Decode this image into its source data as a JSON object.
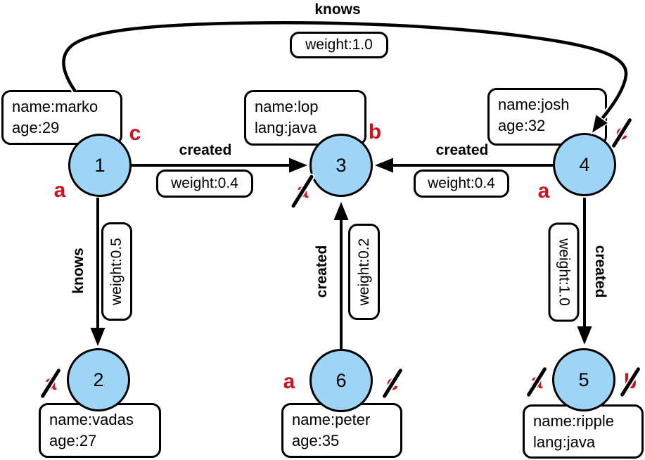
{
  "graph": {
    "colors": {
      "vertex_fill": "#9ed5f6",
      "vertex_border": "#000000",
      "edge_color": "#000000",
      "box_background": "#ffffff",
      "marker_red": "#cc1420"
    },
    "vertices": [
      {
        "id": "1",
        "props": [
          "name:marko",
          "age:29"
        ],
        "markers": [
          {
            "label": "c",
            "struck": false
          },
          {
            "label": "a",
            "struck": false
          }
        ]
      },
      {
        "id": "2",
        "props": [
          "name:vadas",
          "age:27"
        ],
        "markers": [
          {
            "label": "a",
            "struck": true
          }
        ]
      },
      {
        "id": "3",
        "props": [
          "name:lop",
          "lang:java"
        ],
        "markers": [
          {
            "label": "b",
            "struck": false
          },
          {
            "label": "a",
            "struck": true
          }
        ]
      },
      {
        "id": "4",
        "props": [
          "name:josh",
          "age:32"
        ],
        "markers": [
          {
            "label": "c",
            "struck": true
          },
          {
            "label": "a",
            "struck": false
          }
        ]
      },
      {
        "id": "5",
        "props": [
          "name:ripple",
          "lang:java"
        ],
        "markers": [
          {
            "label": "a",
            "struck": true
          },
          {
            "label": "b",
            "struck": true
          }
        ]
      },
      {
        "id": "6",
        "props": [
          "name:peter",
          "age:35"
        ],
        "markers": [
          {
            "label": "a",
            "struck": false
          },
          {
            "label": "c",
            "struck": true
          }
        ]
      }
    ],
    "edges": [
      {
        "from": "1",
        "to": "4",
        "label": "knows",
        "weight_text": "weight:1.0"
      },
      {
        "from": "1",
        "to": "3",
        "label": "created",
        "weight_text": "weight:0.4"
      },
      {
        "from": "4",
        "to": "3",
        "label": "created",
        "weight_text": "weight:0.4"
      },
      {
        "from": "1",
        "to": "2",
        "label": "knows",
        "weight_text": "weight:0.5"
      },
      {
        "from": "6",
        "to": "3",
        "label": "created",
        "weight_text": "weight:0.2"
      },
      {
        "from": "4",
        "to": "5",
        "label": "created",
        "weight_text": "weight:1.0"
      }
    ]
  }
}
